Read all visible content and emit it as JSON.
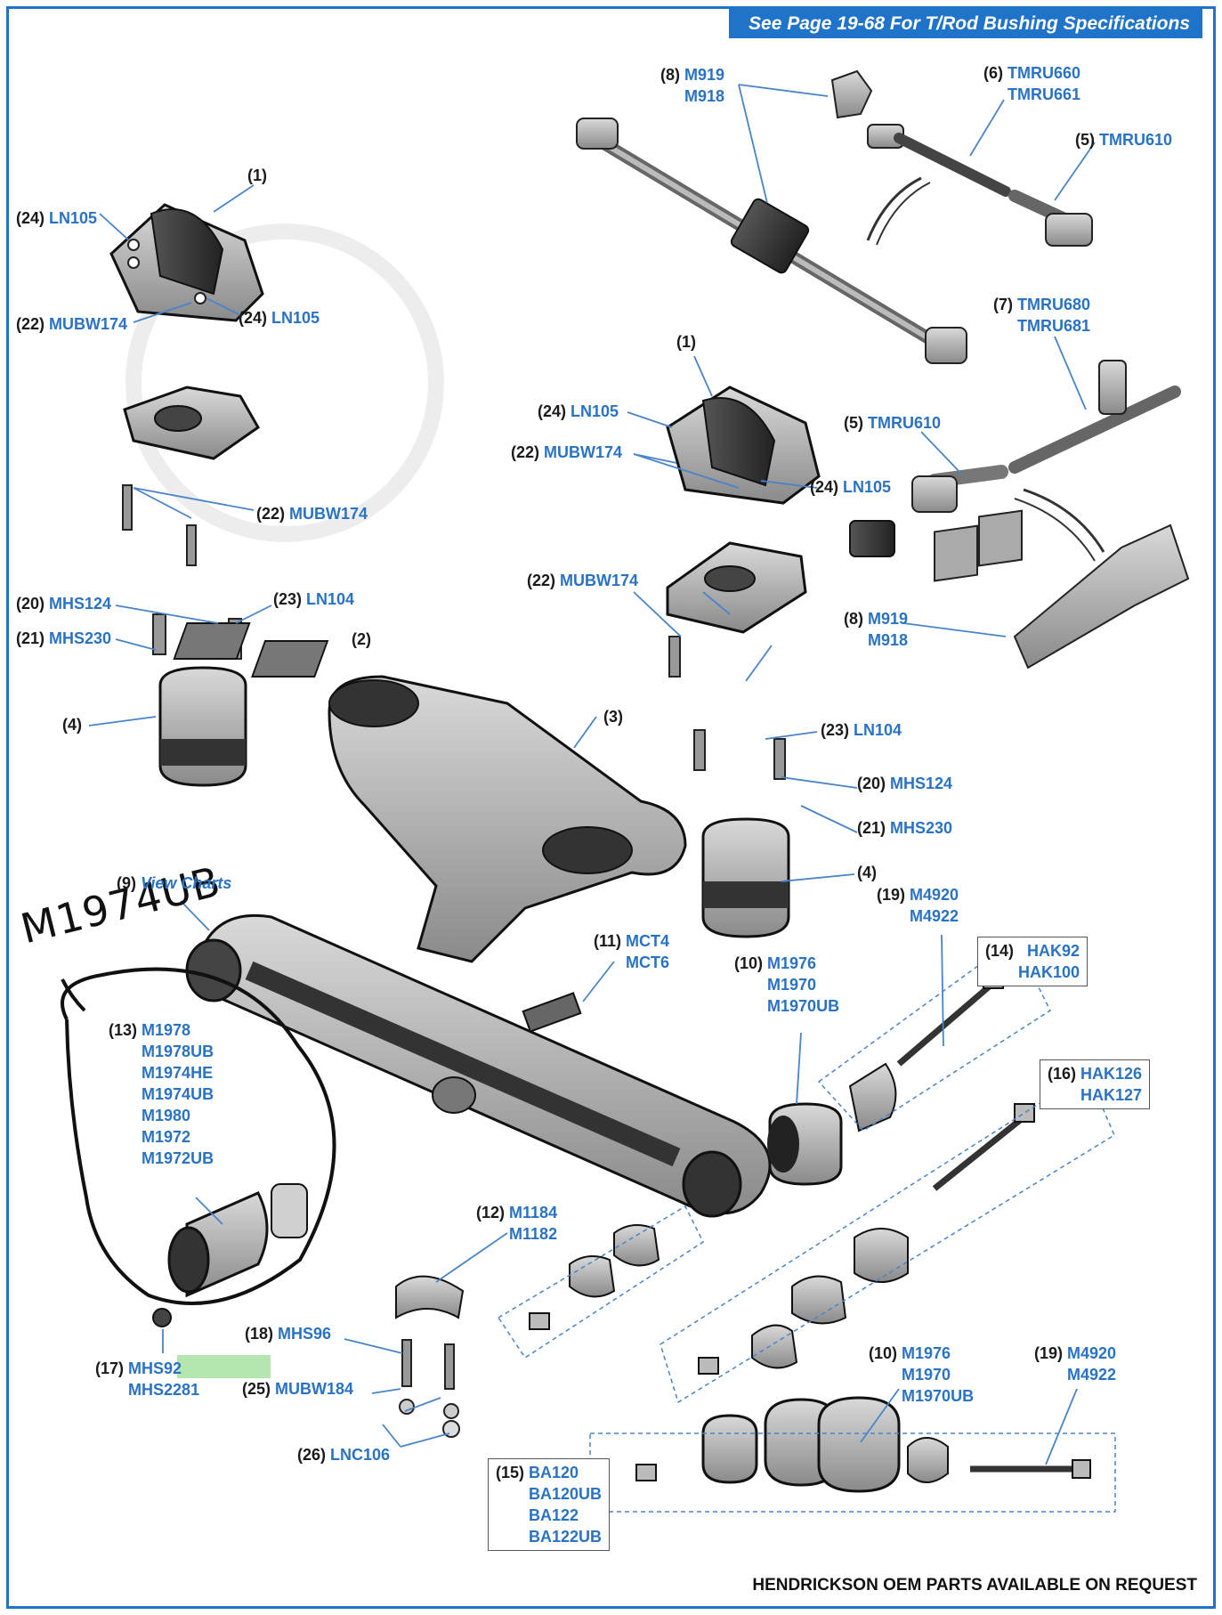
{
  "header": {
    "text": "See Page 19-68 For T/Rod Bushing Specifications"
  },
  "footer": {
    "text": "HENDRICKSON OEM PARTS AVAILABLE ON REQUEST"
  },
  "annotation": {
    "handwritten": "M1974UB"
  },
  "colors": {
    "accent": "#1f73c9",
    "part_text": "#2a73c4",
    "highlight": "#a6e3a1",
    "outline": "#111111"
  },
  "callouts": [
    {
      "id": "c8a",
      "num": "(8)",
      "parts": [
        "M919",
        "M918"
      ]
    },
    {
      "id": "c6",
      "num": "(6)",
      "parts": [
        "TMRU660",
        "TMRU661"
      ]
    },
    {
      "id": "c5a",
      "num": "(5)",
      "parts": [
        "TMRU610"
      ]
    },
    {
      "id": "c1a",
      "num": "(1)",
      "parts": []
    },
    {
      "id": "c24a",
      "num": "(24)",
      "parts": [
        "LN105"
      ]
    },
    {
      "id": "c22a",
      "num": "(22)",
      "parts": [
        "MUBW174"
      ]
    },
    {
      "id": "c24b",
      "num": "(24)",
      "parts": [
        "LN105"
      ]
    },
    {
      "id": "c7",
      "num": "(7)",
      "parts": [
        "TMRU680",
        "TMRU681"
      ]
    },
    {
      "id": "c1b",
      "num": "(1)",
      "parts": []
    },
    {
      "id": "c24c",
      "num": "(24)",
      "parts": [
        "LN105"
      ]
    },
    {
      "id": "c22b",
      "num": "(22)",
      "parts": [
        "MUBW174"
      ]
    },
    {
      "id": "c5b",
      "num": "(5)",
      "parts": [
        "TMRU610"
      ]
    },
    {
      "id": "c24d",
      "num": "(24)",
      "parts": [
        "LN105"
      ]
    },
    {
      "id": "c22c",
      "num": "(22)",
      "parts": [
        "MUBW174"
      ]
    },
    {
      "id": "c20a",
      "num": "(20)",
      "parts": [
        "MHS124"
      ]
    },
    {
      "id": "c23a",
      "num": "(23)",
      "parts": [
        "LN104"
      ]
    },
    {
      "id": "c21a",
      "num": "(21)",
      "parts": [
        "MHS230"
      ]
    },
    {
      "id": "c22d",
      "num": "(22)",
      "parts": [
        "MUBW174"
      ]
    },
    {
      "id": "c2",
      "num": "(2)",
      "parts": []
    },
    {
      "id": "c8b",
      "num": "(8)",
      "parts": [
        "M919",
        "M918"
      ]
    },
    {
      "id": "c4a",
      "num": "(4)",
      "parts": []
    },
    {
      "id": "c3",
      "num": "(3)",
      "parts": []
    },
    {
      "id": "c23b",
      "num": "(23)",
      "parts": [
        "LN104"
      ]
    },
    {
      "id": "c20b",
      "num": "(20)",
      "parts": [
        "MHS124"
      ]
    },
    {
      "id": "c21b",
      "num": "(21)",
      "parts": [
        "MHS230"
      ]
    },
    {
      "id": "c4b",
      "num": "(4)",
      "parts": []
    },
    {
      "id": "c9",
      "num": "(9)",
      "parts": [
        "View Charts"
      ]
    },
    {
      "id": "c19a",
      "num": "(19)",
      "parts": [
        "M4920",
        "M4922"
      ]
    },
    {
      "id": "c11",
      "num": "(11)",
      "parts": [
        "MCT4",
        "MCT6"
      ]
    },
    {
      "id": "c10a",
      "num": "(10)",
      "parts": [
        "M1976",
        "M1970",
        "M1970UB"
      ]
    },
    {
      "id": "c13",
      "num": "(13)",
      "parts": [
        "M1978",
        "M1978UB",
        "M1974HE",
        "M1974UB",
        "M1980",
        "M1972",
        "M1972UB"
      ]
    },
    {
      "id": "c12",
      "num": "(12)",
      "parts": [
        "M1184",
        "M1182"
      ]
    },
    {
      "id": "c18",
      "num": "(18)",
      "parts": [
        "MHS96"
      ]
    },
    {
      "id": "c17",
      "num": "(17)",
      "parts": [
        "MHS92",
        "MHS2281"
      ]
    },
    {
      "id": "c25",
      "num": "(25)",
      "parts": [
        "MUBW184"
      ]
    },
    {
      "id": "c26",
      "num": "(26)",
      "parts": [
        "LNC106"
      ]
    },
    {
      "id": "c10b",
      "num": "(10)",
      "parts": [
        "M1976",
        "M1970",
        "M1970UB"
      ]
    },
    {
      "id": "c19b",
      "num": "(19)",
      "parts": [
        "M4920",
        "M4922"
      ]
    }
  ],
  "boxes": [
    {
      "id": "b14",
      "num": "(14)",
      "parts": [
        "HAK92",
        "HAK100"
      ]
    },
    {
      "id": "b16",
      "num": "(16)",
      "parts": [
        "HAK126",
        "HAK127"
      ]
    },
    {
      "id": "b15",
      "num": "(15)",
      "parts": [
        "BA120",
        "BA120UB",
        "BA122",
        "BA122UB"
      ]
    }
  ]
}
